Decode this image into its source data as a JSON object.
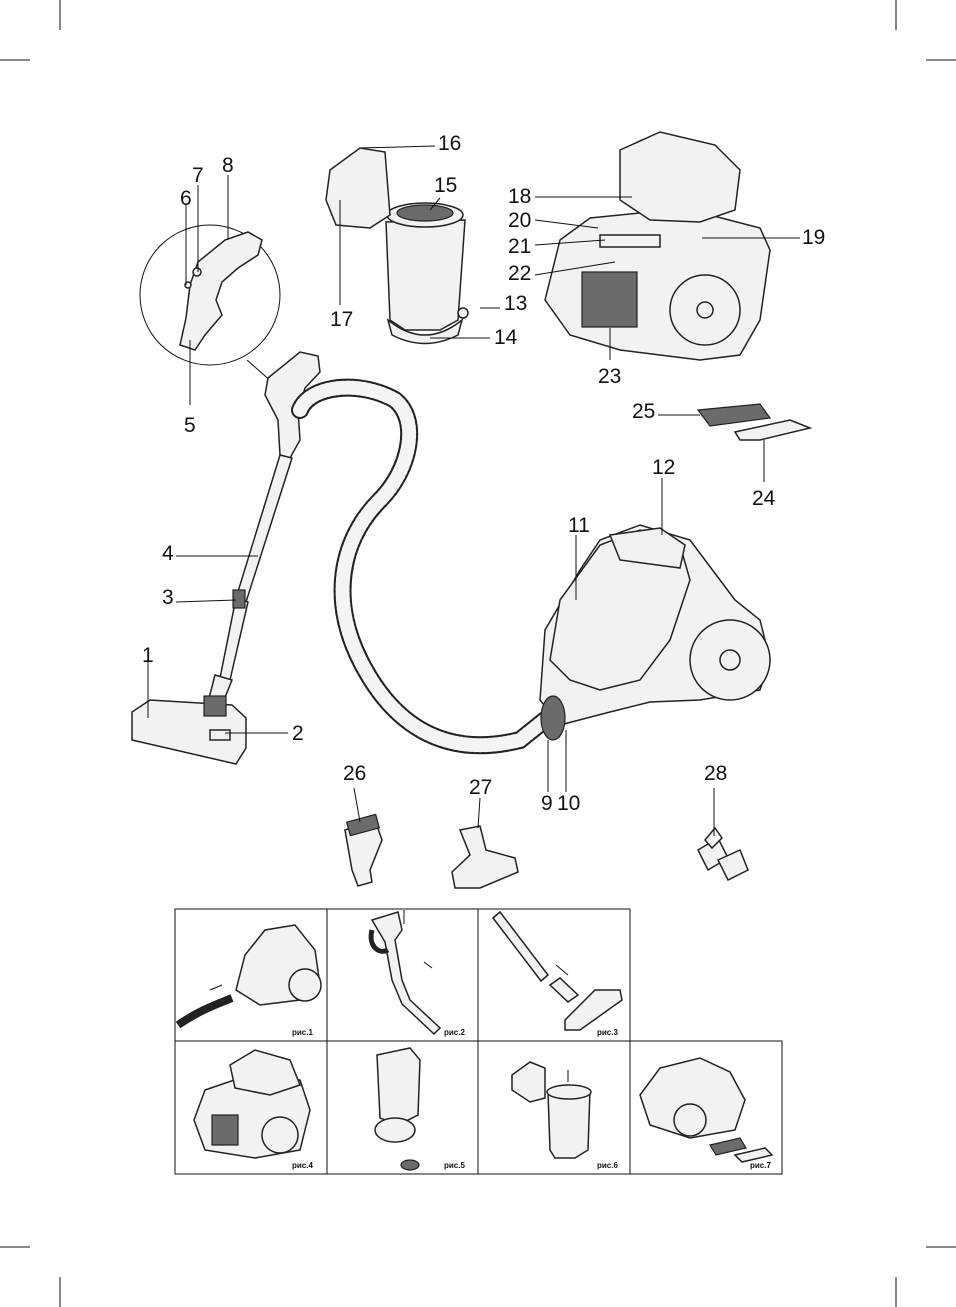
{
  "callouts": {
    "n1": "1",
    "n2": "2",
    "n3": "3",
    "n4": "4",
    "n5": "5",
    "n6": "6",
    "n7": "7",
    "n8": "8",
    "n9": "9",
    "n10": "10",
    "n11": "11",
    "n12": "12",
    "n13": "13",
    "n14": "14",
    "n15": "15",
    "n16": "16",
    "n17": "17",
    "n18": "18",
    "n19": "19",
    "n20": "20",
    "n21": "21",
    "n22": "22",
    "n23": "23",
    "n24": "24",
    "n25": "25",
    "n26": "26",
    "n27": "27",
    "n28": "28"
  },
  "figures": {
    "f1": "рис.1",
    "f2": "рис.2",
    "f3": "рис.3",
    "f4": "рис.4",
    "f5": "рис.5",
    "f6": "рис.6",
    "f7": "рис.7"
  }
}
